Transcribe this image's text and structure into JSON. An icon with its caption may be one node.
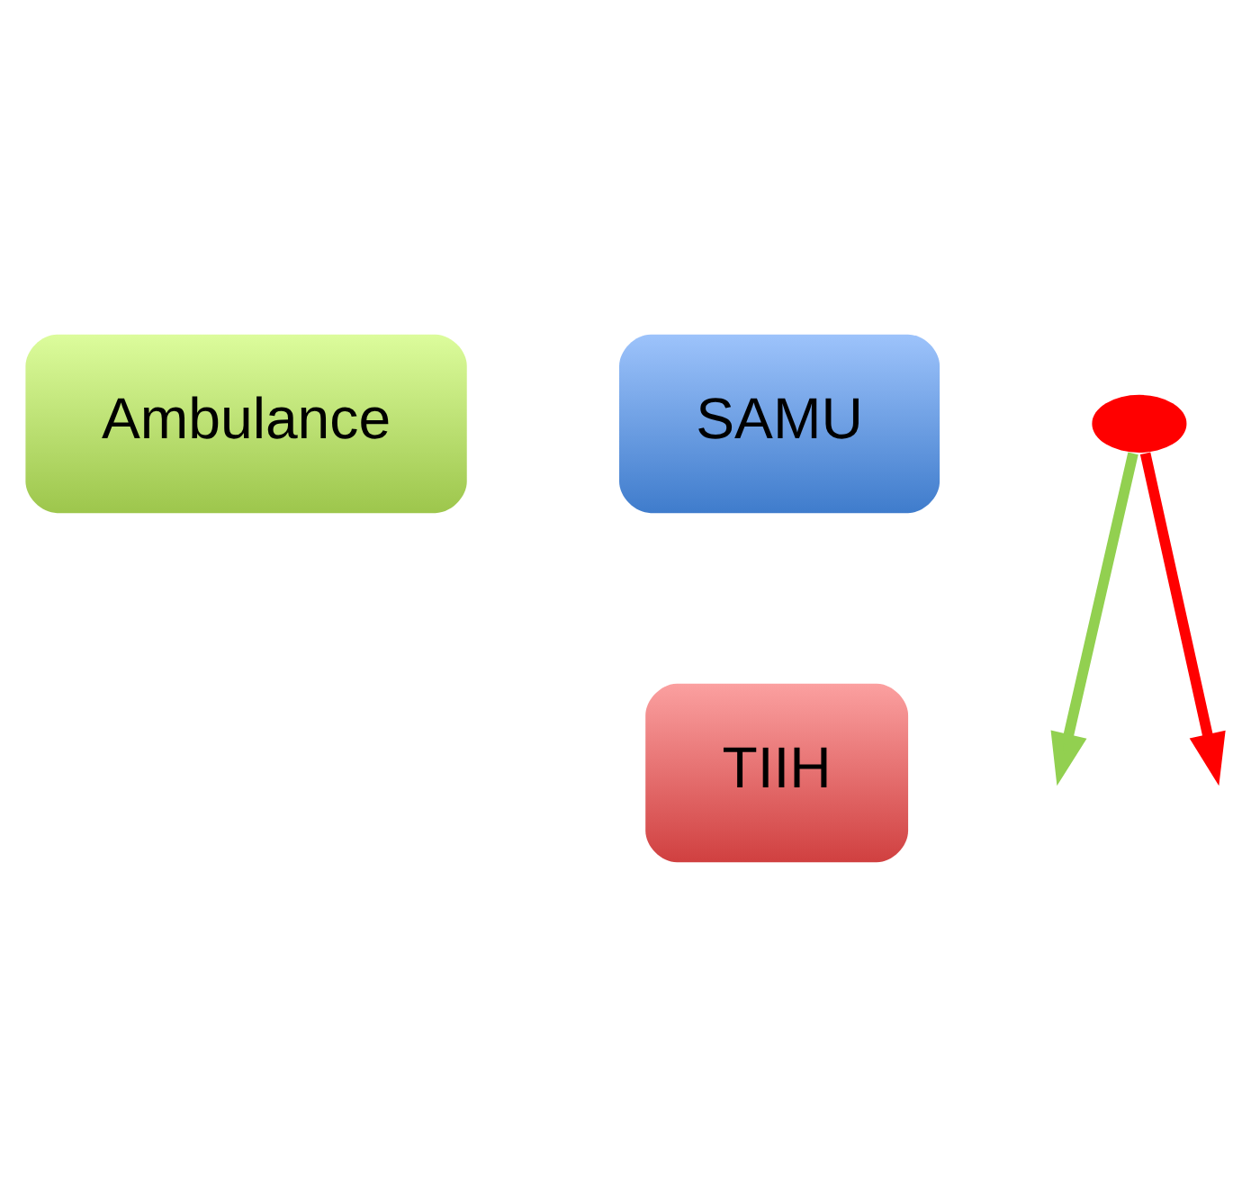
{
  "diagram": {
    "nodes": [
      {
        "text": [
          "Ambulance"
        ]
      },
      {
        "text": [
          "SAMU"
        ]
      },
      {
        "text": [
          "TIIH"
        ]
      },
      {
        "text": [],
        "shape": "circle"
      }
    ],
    "edges": [
      {
        "from": 3,
        "to": null,
        "arrow": "to",
        "color": "#92d050"
      },
      {
        "from": 3,
        "to": null,
        "arrow": "to",
        "color": "#ff0000"
      }
    ]
  }
}
